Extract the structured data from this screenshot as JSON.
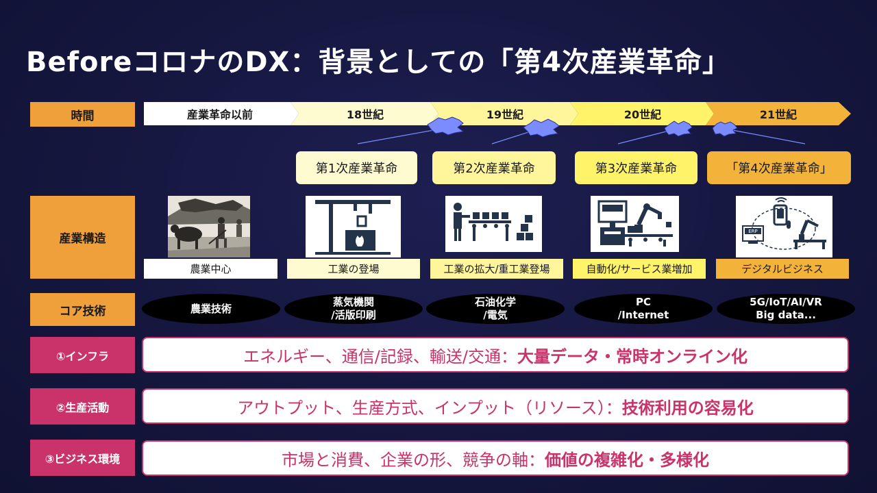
{
  "title": "Beforeコロナのdx：背景としての「第4次産業革命」",
  "title_display": "BeforeコロナのDX：背景としての「第4次産業革命」",
  "rows": {
    "time": "時間",
    "structure": "産業構造",
    "core_tech": "コア技術",
    "infra": "①インフラ",
    "production": "②生産活動",
    "business": "③ビジネス環境"
  },
  "eras": [
    "産業革命以前",
    "18世紀",
    "19世紀",
    "20世紀",
    "21世紀"
  ],
  "revolutions": [
    "第1次産業革命",
    "第2次産業革命",
    "第3次産業革命",
    "「第4次産業革命」"
  ],
  "structures": [
    "農業中心",
    "工業の登場",
    "工業の拡大/重工業登場",
    "自動化/サービス業増加",
    "デジタルビジネス"
  ],
  "pictures": [
    "farming-illustration",
    "factory-furnace-icon",
    "conveyor-workers-icon",
    "robot-arm-automation-icon",
    "digital-erp-robot-icon"
  ],
  "erp_label": "ERP",
  "core_tech": [
    {
      "line1": "農業技術",
      "line2": ""
    },
    {
      "line1": "蒸気機関",
      "line2": "/活版印刷"
    },
    {
      "line1": "石油化学",
      "line2": "/電気"
    },
    {
      "line1": "PC",
      "line2": "/Internet"
    },
    {
      "line1": "5G/IoT/AI/VR",
      "line2": "Big data..."
    }
  ],
  "impacts": {
    "infra": {
      "normal": "エネルギー、通信/記録、輸送/交通：",
      "bold": "大量データ・常時オンライン化"
    },
    "production": {
      "normal": "アウトプット、生産方式、インプット（リソース）：",
      "bold": "技術利用の容易化"
    },
    "business": {
      "normal": "市場と消費、企業の形、競争の軸：",
      "bold": "価値の複雑化・多様化"
    }
  },
  "colors": {
    "background": "#15163d",
    "label_orange": "#f0a03a",
    "label_pink": "#c9336a",
    "pale_yellow": "#fffbd0",
    "yellow": "#fff59a",
    "bright_yellow": "#fff36a",
    "gold": "#f3b23a",
    "burst_blue": "#7a8cff"
  }
}
